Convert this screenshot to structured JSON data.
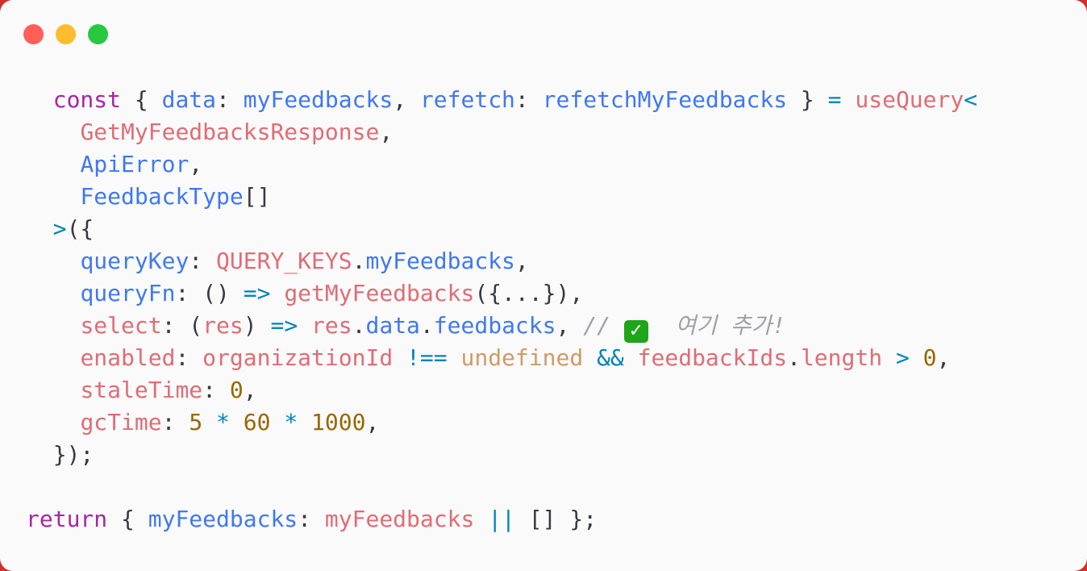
{
  "window_controls": {
    "close_color": "#ff5f57",
    "minimize_color": "#febc2e",
    "maximize_color": "#28c840"
  },
  "code_lines": [
    [
      [
        "p",
        "  "
      ],
      [
        "kw",
        "const"
      ],
      [
        "p",
        " { "
      ],
      [
        "prop",
        "data"
      ],
      [
        "p",
        ": "
      ],
      [
        "prop",
        "myFeedbacks"
      ],
      [
        "p",
        ", "
      ],
      [
        "prop",
        "refetch"
      ],
      [
        "p",
        ": "
      ],
      [
        "prop",
        "refetchMyFeedbacks"
      ],
      [
        "p",
        " } "
      ],
      [
        "op",
        "="
      ],
      [
        "p",
        " "
      ],
      [
        "fn",
        "useQuery"
      ],
      [
        "op",
        "<"
      ]
    ],
    [
      [
        "p",
        "    "
      ],
      [
        "fn",
        "GetMyFeedbacksResponse"
      ],
      [
        "p",
        ","
      ]
    ],
    [
      [
        "p",
        "    "
      ],
      [
        "prop",
        "ApiError"
      ],
      [
        "p",
        ","
      ]
    ],
    [
      [
        "p",
        "    "
      ],
      [
        "prop",
        "FeedbackType"
      ],
      [
        "p",
        "[]"
      ]
    ],
    [
      [
        "p",
        "  "
      ],
      [
        "op",
        ">"
      ],
      [
        "p",
        "({"
      ]
    ],
    [
      [
        "p",
        "    "
      ],
      [
        "prop",
        "queryKey"
      ],
      [
        "p",
        ": "
      ],
      [
        "fn",
        "QUERY_KEYS"
      ],
      [
        "p",
        "."
      ],
      [
        "prop",
        "myFeedbacks"
      ],
      [
        "p",
        ","
      ]
    ],
    [
      [
        "p",
        "    "
      ],
      [
        "prop",
        "queryFn"
      ],
      [
        "p",
        ": () "
      ],
      [
        "op",
        "=>"
      ],
      [
        "p",
        " "
      ],
      [
        "fn",
        "getMyFeedbacks"
      ],
      [
        "p",
        "({...}),"
      ]
    ],
    [
      [
        "p",
        "    "
      ],
      [
        "fn",
        "select"
      ],
      [
        "p",
        ": ("
      ],
      [
        "fn",
        "res"
      ],
      [
        "p",
        ") "
      ],
      [
        "op",
        "=>"
      ],
      [
        "p",
        " "
      ],
      [
        "fn",
        "res"
      ],
      [
        "p",
        "."
      ],
      [
        "prop",
        "data"
      ],
      [
        "p",
        "."
      ],
      [
        "prop",
        "feedbacks"
      ],
      [
        "p",
        ", "
      ],
      [
        "cm",
        "// "
      ],
      [
        "emoji",
        "✓"
      ],
      [
        "cm",
        "  여기 추가!"
      ]
    ],
    [
      [
        "p",
        "    "
      ],
      [
        "fn",
        "enabled"
      ],
      [
        "p",
        ": "
      ],
      [
        "fn",
        "organizationId"
      ],
      [
        "p",
        " "
      ],
      [
        "op",
        "!=="
      ],
      [
        "p",
        " "
      ],
      [
        "und",
        "undefined"
      ],
      [
        "p",
        " "
      ],
      [
        "op",
        "&&"
      ],
      [
        "p",
        " "
      ],
      [
        "fn",
        "feedbackIds"
      ],
      [
        "p",
        "."
      ],
      [
        "fn",
        "length"
      ],
      [
        "p",
        " "
      ],
      [
        "op",
        ">"
      ],
      [
        "p",
        " "
      ],
      [
        "num",
        "0"
      ],
      [
        "p",
        ","
      ]
    ],
    [
      [
        "p",
        "    "
      ],
      [
        "fn",
        "staleTime"
      ],
      [
        "p",
        ": "
      ],
      [
        "num",
        "0"
      ],
      [
        "p",
        ","
      ]
    ],
    [
      [
        "p",
        "    "
      ],
      [
        "fn",
        "gcTime"
      ],
      [
        "p",
        ": "
      ],
      [
        "num",
        "5"
      ],
      [
        "p",
        " "
      ],
      [
        "op",
        "*"
      ],
      [
        "p",
        " "
      ],
      [
        "num",
        "60"
      ],
      [
        "p",
        " "
      ],
      [
        "op",
        "*"
      ],
      [
        "p",
        " "
      ],
      [
        "num",
        "1000"
      ],
      [
        "p",
        ","
      ]
    ],
    [
      [
        "p",
        "  });"
      ]
    ],
    [
      [
        "p",
        ""
      ]
    ],
    [
      [
        "kw",
        "return"
      ],
      [
        "p",
        " { "
      ],
      [
        "prop",
        "myFeedbacks"
      ],
      [
        "p",
        ": "
      ],
      [
        "fn",
        "myFeedbacks"
      ],
      [
        "p",
        " "
      ],
      [
        "op",
        "||"
      ],
      [
        "p",
        " [] };"
      ]
    ]
  ]
}
